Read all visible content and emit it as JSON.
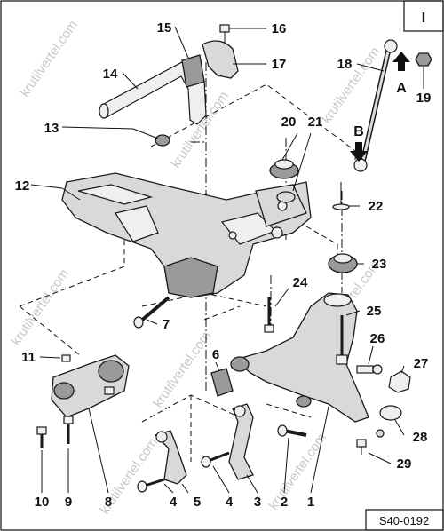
{
  "section_mark": "I",
  "figure_code": "S40-0192",
  "watermark": "krutilvertel.com",
  "direction_markers": [
    "A",
    "B"
  ],
  "callouts": [
    "1",
    "2",
    "3",
    "4",
    "5",
    "6",
    "7",
    "8",
    "9",
    "10",
    "11",
    "12",
    "13",
    "14",
    "15",
    "16",
    "17",
    "18",
    "19",
    "20",
    "21",
    "22",
    "23",
    "24",
    "25",
    "26",
    "27",
    "28",
    "29"
  ]
}
